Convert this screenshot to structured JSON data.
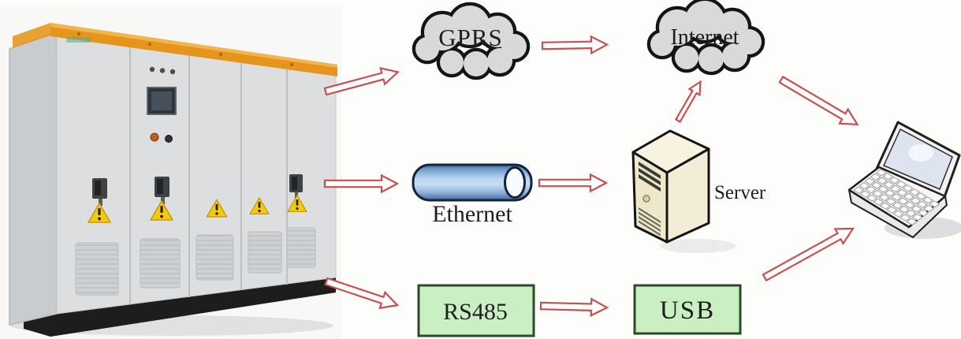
{
  "nodes": {
    "gprs": {
      "label": "GPRS"
    },
    "internet": {
      "label": "Internet"
    },
    "ethernet": {
      "label": "Ethernet"
    },
    "server": {
      "label": "Server"
    },
    "rs485": {
      "label": "RS485"
    },
    "usb": {
      "label": "USB"
    }
  },
  "colors": {
    "arrow_red": "#c94f4f",
    "cloud_fill": "#d9d9d9",
    "cloud_outline": "#141414",
    "signal_box_fill": "#c9efc3",
    "signal_box_border": "#2a4a2a",
    "ethernet_pipe_blue": "#76a3d4",
    "server_beige": "#f0e9cf",
    "cabinet_orange": "#e5941c",
    "warning_yellow": "#f5c90d",
    "label_text": "#1e1e1e"
  }
}
